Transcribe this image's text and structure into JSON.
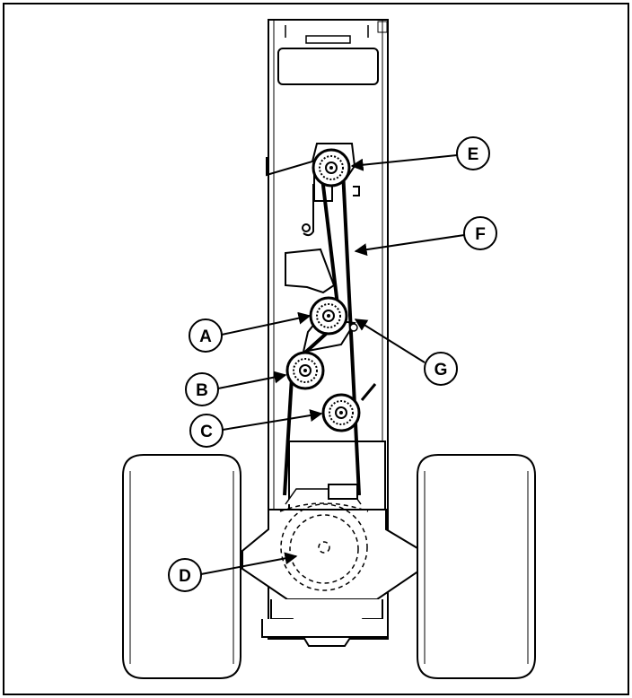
{
  "callouts": [
    {
      "id": "A",
      "letter": "A",
      "part": "idler-pulley"
    },
    {
      "id": "B",
      "letter": "B",
      "part": "idler-pulley"
    },
    {
      "id": "C",
      "letter": "C",
      "part": "idler-pulley"
    },
    {
      "id": "D",
      "letter": "D",
      "part": "transaxle-pulley"
    },
    {
      "id": "E",
      "letter": "E",
      "part": "engine-pulley"
    },
    {
      "id": "F",
      "letter": "F",
      "part": "drive-belt"
    },
    {
      "id": "G",
      "letter": "G",
      "part": "idler-arm"
    }
  ],
  "colors": {
    "line": "#000000",
    "background": "#ffffff",
    "fill": "#ffffff"
  }
}
